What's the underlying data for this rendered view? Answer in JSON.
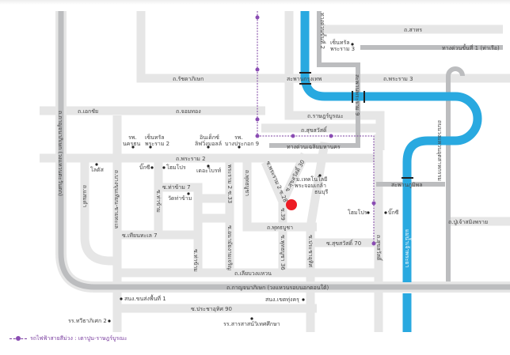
{
  "colors": {
    "road": "#e6e6e6",
    "expressway": "#bcbdbf",
    "river": "#29a9e0",
    "purple_line": "#7b3fa0",
    "location": "#ed1c24"
  },
  "roads": {
    "ratchadaphisek": "ถ.รัชดาภิเษก",
    "ekkachai": "ถ.เอกชัย",
    "chom_thong": "ถ.จอมทอง",
    "rama2": "ถ.พระราม 2",
    "sathorn": "ถ.สาทร",
    "expressway2": "ทางด่วนขั้นที่ 2",
    "expressway1": "ทางด่วนขั้นที่ 1 (ท่าเรือ)",
    "krungthep_bridge": "สะพานกรุงเทพ",
    "rama3": "ถ.พระราม 3",
    "rama9_bridge": "สะพานพระราม 9",
    "rat_burana": "ถ.ราษฎร์บูรณะ",
    "suksawat": "ถ.สุขสวัสดิ์",
    "chaloem_expressway": "ทางด่วนเฉลิมมหานคร",
    "industrial_ring": "ถนนวงแหวนอุตสาหกรรม",
    "bhumibol_bridge": "สะพานภูมิพล",
    "pu_chao": "ถ.ปู่เจ้าสมิงพราย",
    "chao_phraya": "แม่น้ำเจ้าพระยา",
    "kanchanaphisek_west": "ถ.กาญจนาภิเษก (วงแหวนตะวันตก)",
    "samae_dam": "ถ.แสมดำ",
    "bang_khun_thian": "ถ.บางขุนเทียน-ชายทะเล",
    "tha_kham": "ซ.ท่าข้าม",
    "tha_kham_7": "ซ.ท่าข้าม 7",
    "tha_kham_2": "ซ.ท่าข้าม",
    "tian_talay_7": "ซ.เทียนทะเล 7",
    "rama2_33": "พระราม 2 ซ.33",
    "anamai": "ซ.อนามัยงามเจริญ",
    "phutthabucha": "ถ.พุทธบูชา",
    "phutthabucha_v": "ถ.พุทธบูชา",
    "rama2_28": "ซ.พระราม 2 ซ.28",
    "suksawat_30": "ซ.สุขสวัสดิ์ 30",
    "soi_39": "ซ.39",
    "phutthabucha_36": "ซ.พุทธบูชา 36",
    "pracha_uthit": "ซ.ประชาอุทิศ",
    "suksawat_70": "ซ.สุขสวัสดิ์ 70",
    "suksawat_v": "ถ.สุขสวัสดิ์",
    "liap_wongwaen": "ถ.เลียบวงแหวน",
    "kanchanaphisek_south": "ถ.กาญจนาภิเษก (วงแหวนรอบนอกตอนใต้)",
    "pracha_uthit_90": "ซ.ประชาอุทิศ 90"
  },
  "places": {
    "central_rama3": [
      "เซ็นทรัล",
      "พระราม 3"
    ],
    "nakornthon": [
      "รพ.",
      "นครธน"
    ],
    "central_rama2": [
      "เซ็นทรัล",
      "พระราม 2"
    ],
    "index": [
      "อินเด็กซ์",
      "ลิฟวิ่งมอลล์"
    ],
    "bangpakok9": [
      "รพ.",
      "บางประกอก 9"
    ],
    "lotus": "โลตัส",
    "bigc1": "บิ๊กซี",
    "homepro1": "โฮมโปร",
    "the_bright": "เดอะไบรท์",
    "wat_tha_kham": "วัดท่าข้าม",
    "kmutt": [
      "ม.เทคโนโลยี",
      "พระจอมเกล้า",
      "ธนบุรี"
    ],
    "homepro2": "โฮมโปร",
    "bigc2": "บิ๊กซี",
    "dlt": "สนง.ขนส่งพื้นที่ 1",
    "thung_khru": "สนง.เขตทุ่งครุ",
    "thawee": "รร.ทวีธาภิเศก 2",
    "sarasas": "รร.สารสาสน์วิเทศศึกษา"
  },
  "legend": {
    "label": "รถไฟฟ้าสายสีม่วง : เตาปูน-ราษฎร์บูรณะ"
  }
}
